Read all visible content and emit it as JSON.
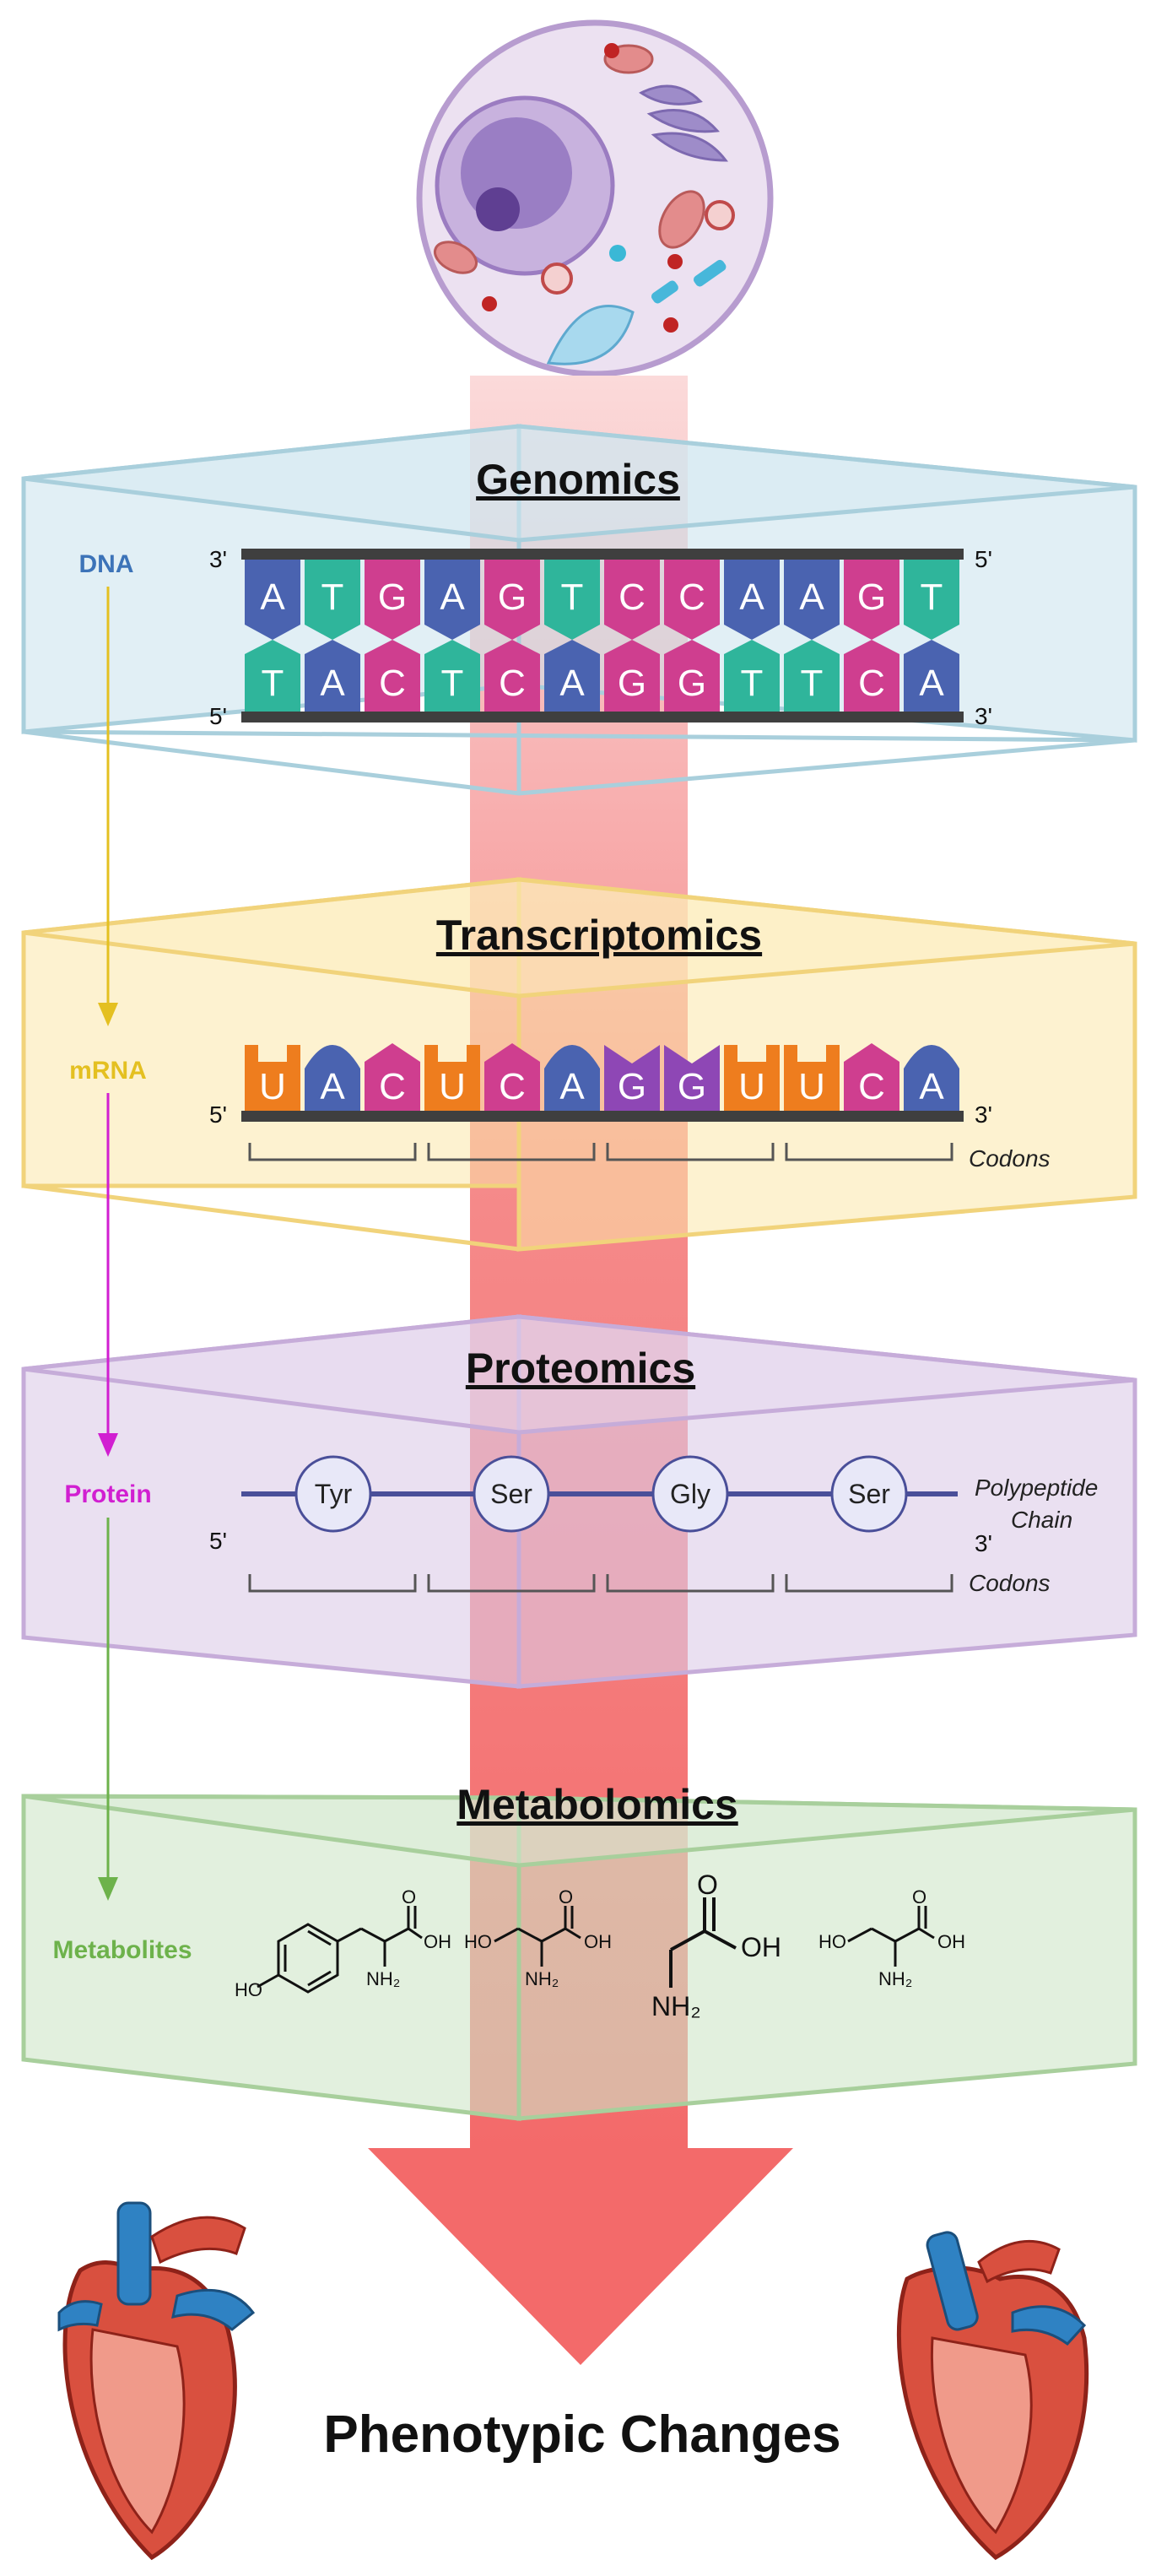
{
  "genomics": {
    "title": "Genomics",
    "label": "DNA",
    "top_left": "3'",
    "top_right": "5'",
    "bottom_left": "5'",
    "bottom_right": "3'"
  },
  "transcriptomics": {
    "title": "Transcriptomics",
    "label": "mRNA",
    "left_end": "5'",
    "right_end": "3'",
    "codons": "Codons"
  },
  "proteomics": {
    "title": "Proteomics",
    "label": "Protein",
    "left_end": "5'",
    "right_end": "3'",
    "chain_line1": "Polypeptide",
    "chain_line2": "Chain",
    "codons": "Codons",
    "amino_acids": [
      "Tyr",
      "Ser",
      "Gly",
      "Ser"
    ]
  },
  "metabolomics": {
    "title": "Metabolomics",
    "label": "Metabolites",
    "chem": {
      "oh": "OH",
      "ho": "HO",
      "o": "O",
      "nh2": "NH₂"
    }
  },
  "footer": {
    "title": "Phenotypic Changes"
  },
  "dna": {
    "top_strand": [
      "A",
      "T",
      "G",
      "A",
      "G",
      "T",
      "C",
      "C",
      "A",
      "A",
      "G",
      "T"
    ],
    "bottom_strand": [
      "T",
      "A",
      "C",
      "T",
      "C",
      "A",
      "G",
      "G",
      "T",
      "T",
      "C",
      "A"
    ]
  },
  "mrna": {
    "bases": [
      "U",
      "A",
      "C",
      "U",
      "C",
      "A",
      "G",
      "G",
      "U",
      "U",
      "C",
      "A"
    ]
  },
  "colors": {
    "A": "#4a63b0",
    "T": "#2fb59b",
    "G": "#cf3e8f",
    "C": "#cf3e8f",
    "U": "#ee7d1e",
    "mrnaG": "#8e47b5",
    "dna_label": "#3c73b8",
    "mrna_label": "#e4c021",
    "protein_label": "#d11fd1",
    "metabolite_label": "#6db24b",
    "central_arrow": "#f26262"
  }
}
